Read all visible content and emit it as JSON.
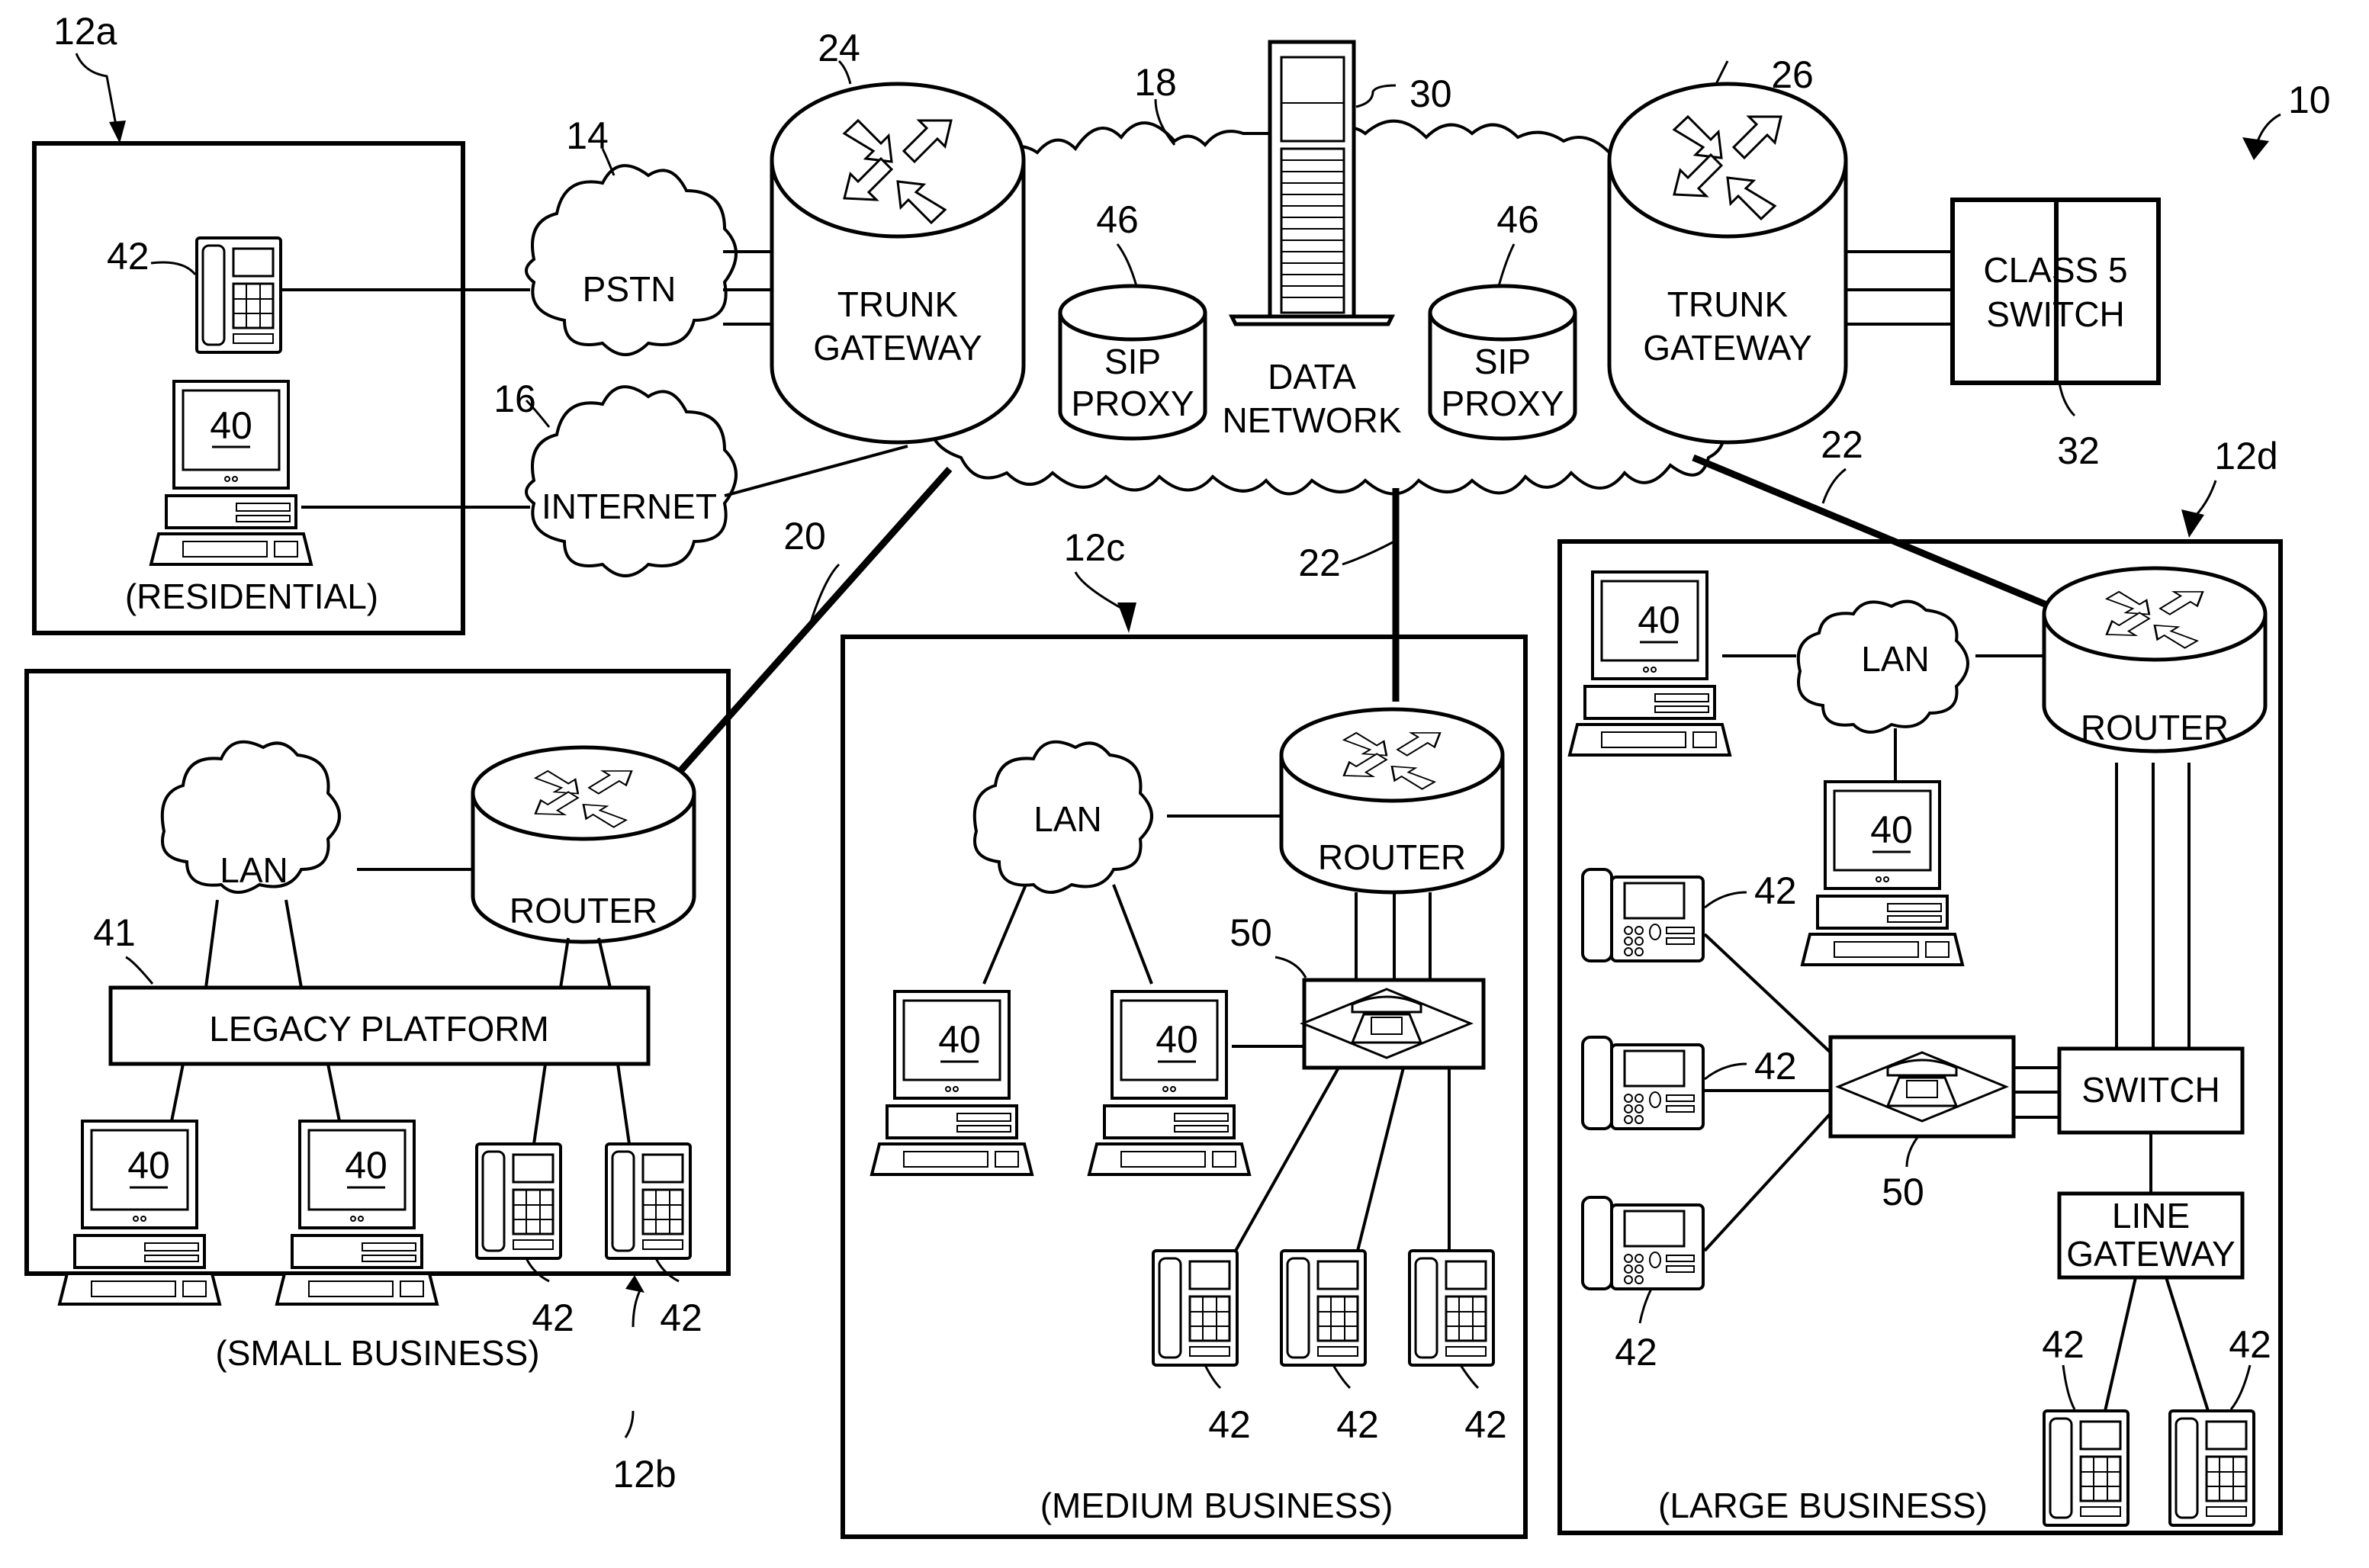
{
  "figure_ref": "10",
  "networks": {
    "pstn": {
      "ref": "14",
      "label": "PSTN"
    },
    "internet": {
      "ref": "16",
      "label": "INTERNET"
    },
    "data_network": {
      "ref": "18",
      "label_line1": "DATA",
      "label_line2": "NETWORK"
    }
  },
  "trunk_gateway_left": {
    "ref": "24",
    "line1": "TRUNK",
    "line2": "GATEWAY"
  },
  "trunk_gateway_right": {
    "ref": "26",
    "line1": "TRUNK",
    "line2": "GATEWAY"
  },
  "server": {
    "ref": "30"
  },
  "sip_proxy_left": {
    "ref": "46",
    "line1": "SIP",
    "line2": "PROXY"
  },
  "sip_proxy_right": {
    "ref": "46",
    "line1": "SIP",
    "line2": "PROXY"
  },
  "class5_switch": {
    "ref": "32",
    "line1": "CLASS 5",
    "line2": "SWITCH"
  },
  "links": {
    "small_business": "20",
    "medium_business": "22",
    "large_business": "22"
  },
  "sites": {
    "residential": {
      "ref": "12a",
      "caption": "(RESIDENTIAL)",
      "computer_ref": "40",
      "phone_ref": "42"
    },
    "small_business": {
      "ref": "12b",
      "caption": "(SMALL BUSINESS)",
      "lan": "LAN",
      "router": "ROUTER",
      "legacy_platform": "LEGACY PLATFORM",
      "legacy_ref": "41",
      "computers": [
        "40",
        "40"
      ],
      "phones": [
        "42",
        "42"
      ]
    },
    "medium_business": {
      "ref": "12c",
      "caption": "(MEDIUM BUSINESS)",
      "lan": "LAN",
      "router": "ROUTER",
      "call_manager_ref": "50",
      "computers": [
        "40",
        "40"
      ],
      "phones": [
        "42",
        "42",
        "42"
      ]
    },
    "large_business": {
      "ref": "12d",
      "caption": "(LARGE BUSINESS)",
      "lan": "LAN",
      "router": "ROUTER",
      "switch": "SWITCH",
      "line_gateway_line1": "LINE",
      "line_gateway_line2": "GATEWAY",
      "call_manager_ref": "50",
      "computers": [
        "40",
        "40"
      ],
      "ip_phones": [
        "42",
        "42",
        "42"
      ],
      "phones": [
        "42",
        "42"
      ]
    }
  }
}
